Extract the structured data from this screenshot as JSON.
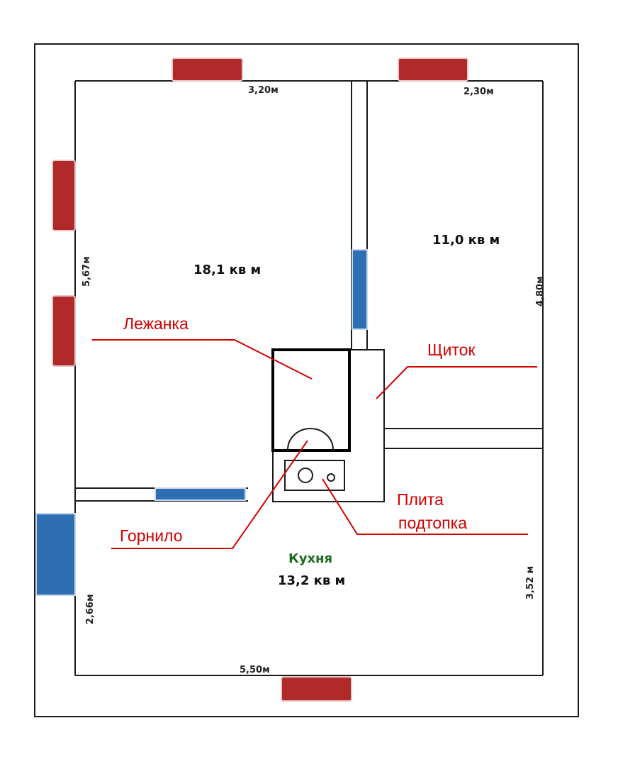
{
  "dimensions": {
    "top_left": "3,20м",
    "top_right": "2,30м",
    "left_upper": "5,67м",
    "right_upper": "4,80м",
    "left_lower": "2,66м",
    "right_lower": "3,52 м",
    "bottom": "5,50м"
  },
  "rooms": {
    "large_room_area": "18,1 кв м",
    "small_room_area": "11,0 кв м",
    "kitchen_name": "Кухня",
    "kitchen_area": "13,2 кв м"
  },
  "callouts": {
    "lezhanka": "Лежанка",
    "shchitok": "Щиток",
    "gornilo": "Горнило",
    "plita_line1": "Плита",
    "plita_line2": "подтопка"
  },
  "colors": {
    "window_red": "#b02a2a",
    "window_blue": "#2e6fb3",
    "callout_red": "#d40000",
    "kitchen_green": "#1e6b1e"
  }
}
